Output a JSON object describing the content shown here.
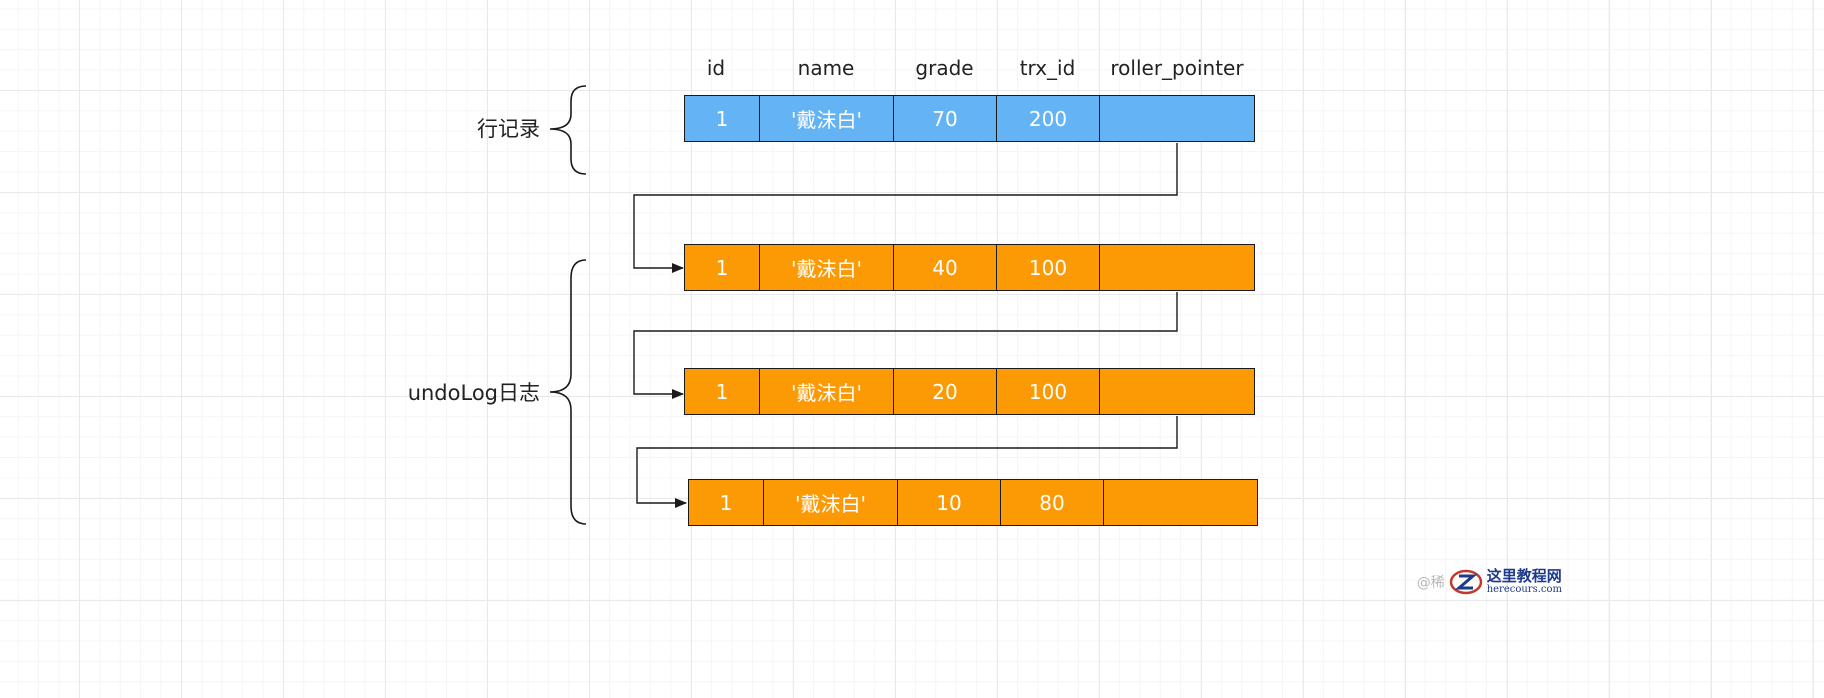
{
  "headers": [
    "id",
    "name",
    "grade",
    "trx_id",
    "roller_pointer"
  ],
  "row_label": "行记录",
  "undo_label": "undoLog日志",
  "row_record": {
    "id": "1",
    "name": "'戴沫白'",
    "grade": "70",
    "trx_id": "200",
    "roller_pointer": ""
  },
  "undo_records": [
    {
      "id": "1",
      "name": "'戴沫白'",
      "grade": "40",
      "trx_id": "100",
      "roller_pointer": ""
    },
    {
      "id": "1",
      "name": "'戴沫白'",
      "grade": "20",
      "trx_id": "100",
      "roller_pointer": ""
    },
    {
      "id": "1",
      "name": "'戴沫白'",
      "grade": "10",
      "trx_id": "80",
      "roller_pointer": ""
    }
  ],
  "colors": {
    "row": "#63b3f5",
    "undo": "#fb9a05",
    "line": "#1a1a1a"
  },
  "watermark": {
    "at": "@稀",
    "cn": "这里教程网",
    "en": "herecours.com"
  }
}
